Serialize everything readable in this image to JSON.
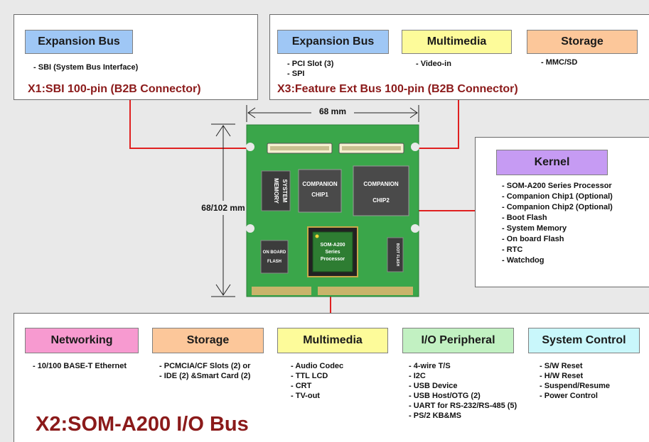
{
  "colors": {
    "blue": "#9fc7f5",
    "yellow": "#fdfb9a",
    "orange": "#fcc79a",
    "purple": "#c69bf3",
    "pink": "#f79ad0",
    "green": "#c2f1c2",
    "cyan": "#c9f7fb",
    "connector_text": "#8b1a1a",
    "wire": "#e02020",
    "board": "#3aa64a"
  },
  "x1": {
    "badge": "Expansion Bus",
    "items": [
      "SBI (System Bus Interface)"
    ],
    "connector": "X1:SBI 100-pin (B2B Connector)"
  },
  "x3": {
    "groups": [
      {
        "badge": "Expansion Bus",
        "items": [
          "PCI Slot (3)",
          "SPI"
        ]
      },
      {
        "badge": "Multimedia",
        "items": [
          "Video-in"
        ]
      },
      {
        "badge": "Storage",
        "items": [
          "MMC/SD"
        ]
      }
    ],
    "connector": "X3:Feature Ext Bus 100-pin (B2B Connector)"
  },
  "dimensions": {
    "width": "68 mm",
    "height": "68/102 mm"
  },
  "board": {
    "memory": [
      "SYSTEM",
      "MEMORY"
    ],
    "chip1": [
      "COMPANION",
      "CHIP1"
    ],
    "chip2": [
      "COMPANION",
      "CHIP2"
    ],
    "flash": [
      "ON BOARD",
      "FLASH"
    ],
    "processor": [
      "SOM-A200",
      "Series",
      "Processor"
    ],
    "boot": "BOOT FLASH"
  },
  "kernel": {
    "badge": "Kernel",
    "items": [
      "SOM-A200 Series Processor",
      "Companion Chip1 (Optional)",
      "Companion Chip2 (Optional)",
      "Boot Flash",
      "System Memory",
      "On board Flash",
      "RTC",
      "Watchdog"
    ]
  },
  "x2": {
    "groups": [
      {
        "badge": "Networking",
        "items": [
          "10/100 BASE-T Ethernet"
        ]
      },
      {
        "badge": "Storage",
        "items": [
          "PCMCIA/CF Slots (2) or",
          "IDE (2) &Smart Card (2)"
        ]
      },
      {
        "badge": "Multimedia",
        "items": [
          "Audio Codec",
          "TTL LCD",
          "CRT",
          "TV-out"
        ]
      },
      {
        "badge": "I/O Peripheral",
        "items": [
          "4-wire T/S",
          "I2C",
          "USB Device",
          "USB Host/OTG (2)",
          "UART for RS-232/RS-485 (5)",
          "PS/2 KB&MS"
        ]
      },
      {
        "badge": "System Control",
        "items": [
          "S/W Reset",
          "H/W Reset",
          "Suspend/Resume",
          "Power Control"
        ]
      }
    ],
    "title": "X2:SOM-A200 I/O Bus"
  }
}
